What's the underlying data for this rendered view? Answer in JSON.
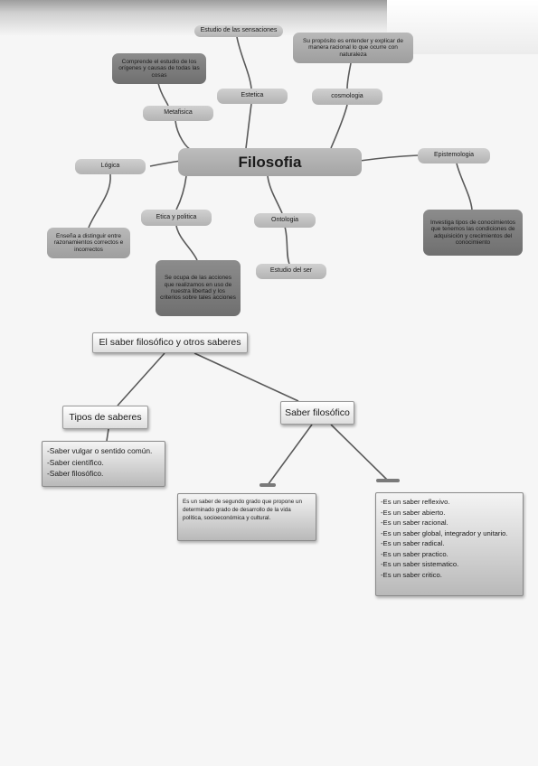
{
  "map1": {
    "central": "Filosofia",
    "estudio_sensaciones": "Estudio de las sensaciones",
    "proposito": "Su propósito es entender y explicar de manera racional lo que ocurre con naturaleza",
    "comprende": "Comprende el estudio de los orígenes y causas de todas las cosas",
    "estetica": "Estetica",
    "cosmologia": "cosmologia",
    "metafisica": "Metafisica",
    "logica": "Lógica",
    "epistemologia": "Epistemologia",
    "etica": "Etica y politica",
    "ontologia": "Ontologia",
    "ensena": "Enseña a distinguir entre razonamientos correctos e incorrectos",
    "ocupa": "Se ocupa de las acciones que realizamos en uso de nuestra libertad y los criterios sobre tales acciones",
    "estudio_ser": "Estudio del ser",
    "investiga": "Investiga tipos de conocimientos que tenemos las condiciones de adquisición y crecimientos del conocimiento"
  },
  "map2": {
    "root": "El saber filosófico y otros saberes",
    "tipos": "Tipos de saberes",
    "saber_filosofico": "Saber filosófico",
    "tipos_items": [
      "-Saber vulgar o sentido común.",
      "-Saber científico.",
      "-Saber filosófico."
    ],
    "definicion": "Es un saber de segundo grado que propone un determinado grado de desarrollo de la vida política, socioeconómica y cultural.",
    "caracteristicas": [
      "-Es un saber reflexivo.",
      "-Es un saber abierto.",
      "-Es un saber racional.",
      "-Es un saber global, integrador y unitario.",
      "-Es un saber radical.",
      "-Es un saber practico.",
      "-Es un saber sistematico.",
      "-Es un saber critico."
    ]
  },
  "colors": {
    "dark_node": "#7d7d7d",
    "light_node": "#c3c3c3",
    "line": "#5a5a5a"
  }
}
